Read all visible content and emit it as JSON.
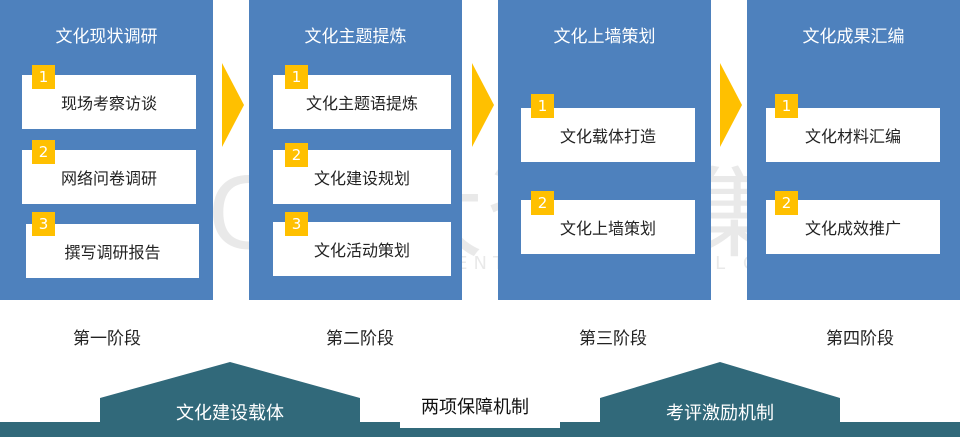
{
  "columns": [
    {
      "title": "文化现状调研",
      "items": [
        {
          "num": "1",
          "label": "现场考察访谈"
        },
        {
          "num": "2",
          "label": "网络问卷调研"
        },
        {
          "num": "3",
          "label": "撰写调研报告"
        }
      ]
    },
    {
      "title": "文化主题提炼",
      "items": [
        {
          "num": "1",
          "label": "文化主题语提炼"
        },
        {
          "num": "2",
          "label": "文化建设规划"
        },
        {
          "num": "3",
          "label": "文化活动策划"
        }
      ]
    },
    {
      "title": "文化上墙策划",
      "items": [
        {
          "num": "1",
          "label": "文化载体打造"
        },
        {
          "num": "2",
          "label": "文化上墙策划"
        }
      ]
    },
    {
      "title": "文化成果汇编",
      "items": [
        {
          "num": "1",
          "label": "文化材料汇编"
        },
        {
          "num": "2",
          "label": "文化成效推广"
        }
      ]
    }
  ],
  "stages": [
    "第一阶段",
    "第二阶段",
    "第三阶段",
    "第四阶段"
  ],
  "base": {
    "left_label": "文化建设载体",
    "center_label": "两项保障机制",
    "right_label": "考评激励机制"
  },
  "watermark": {
    "main": "MPG中大咨询集团",
    "sub": "MANAGEMENT PROFESSIONAL GROUP"
  },
  "colors": {
    "column_blue": "#4e81bd",
    "accent_yellow": "#ffc000",
    "base_teal": "#31697a"
  }
}
